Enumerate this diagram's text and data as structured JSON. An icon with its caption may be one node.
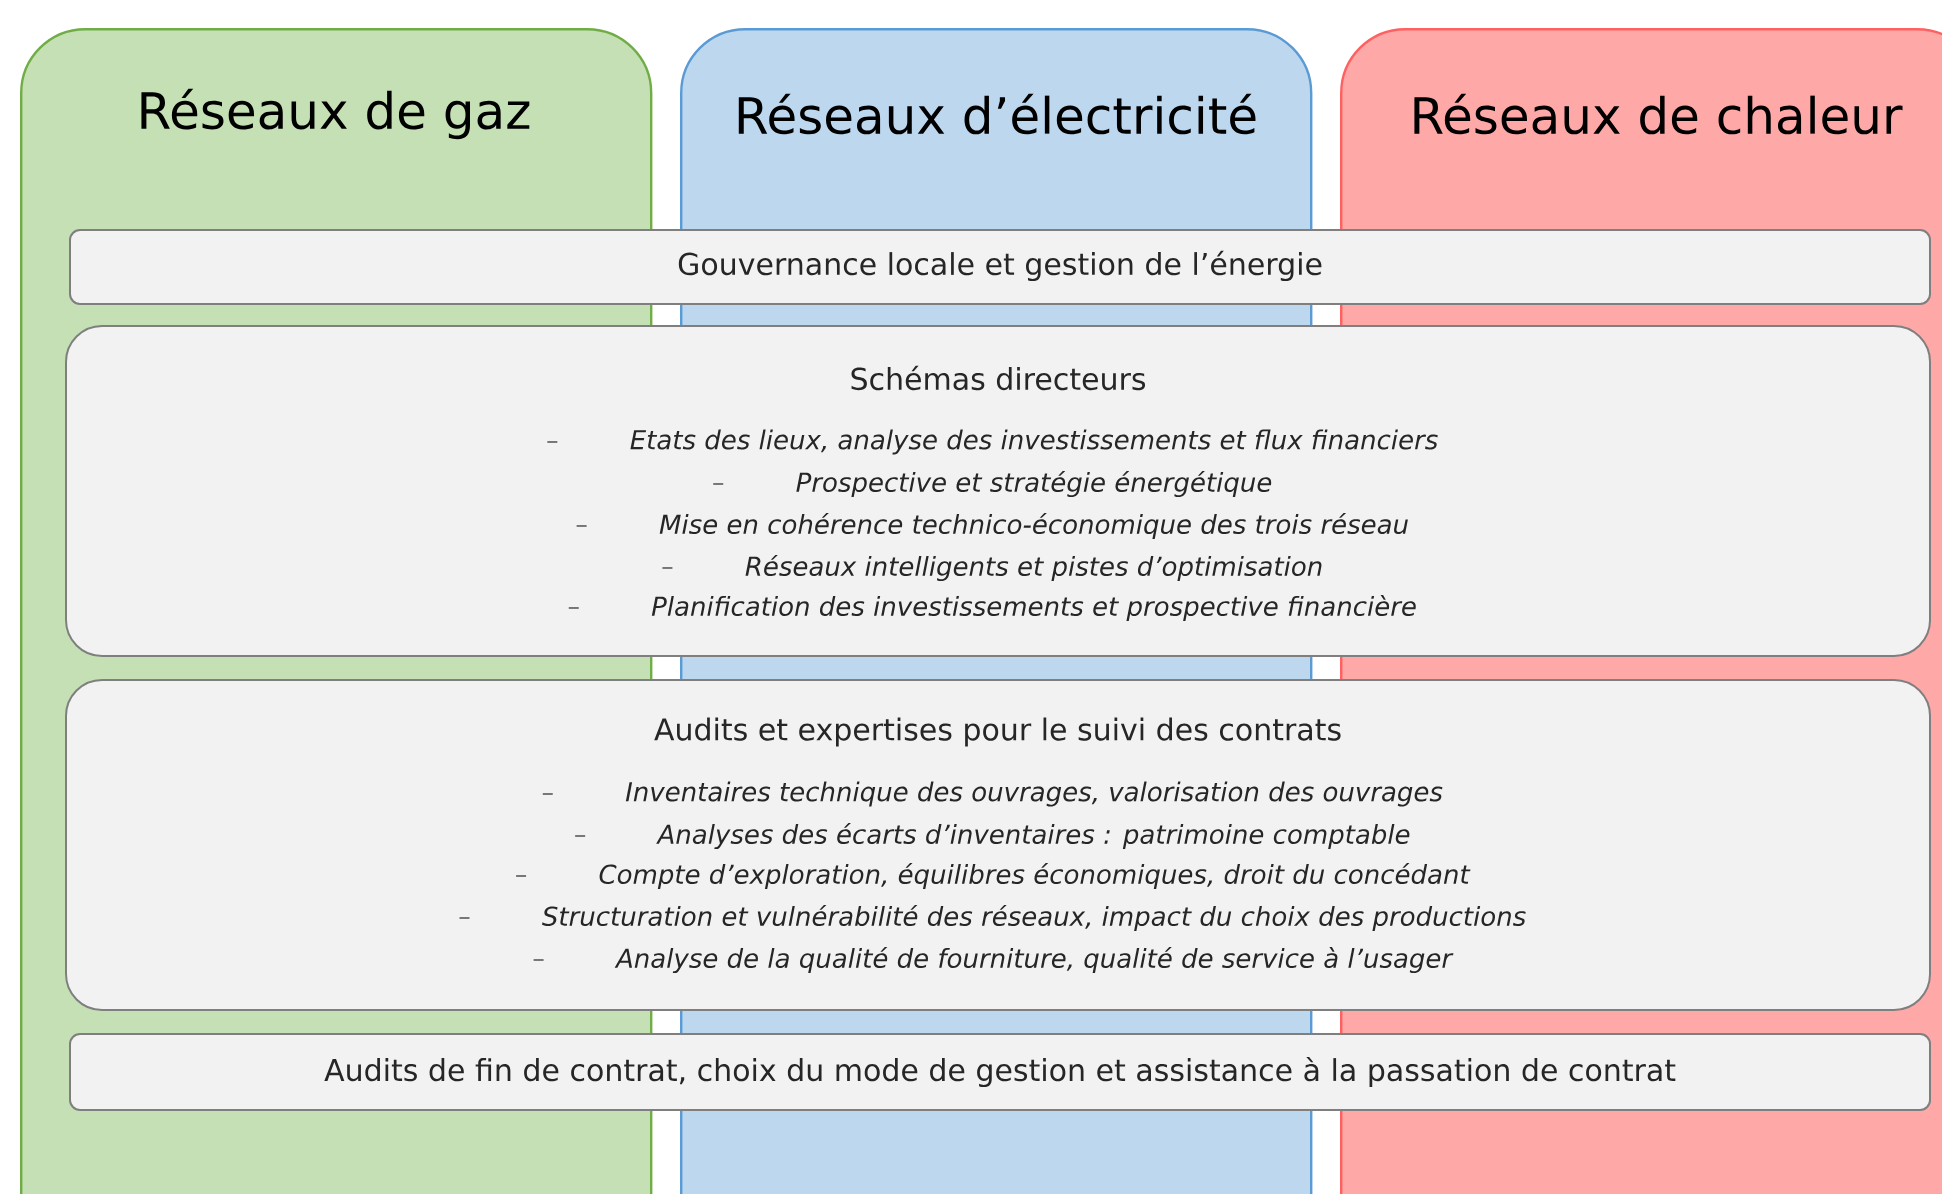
{
  "diagram": {
    "nodes": [
      {
        "text": [
          "Réseaux de gaz"
        ]
      },
      {
        "text": [
          "Réseaux d’électricité"
        ]
      },
      {
        "text": [
          "Réseaux de chaleur"
        ]
      },
      {
        "text": [
          "Gouvernance locale et gestion de l’énergie"
        ]
      },
      {
        "text": [
          "Schémas directeurs",
          "Etats des lieux, analyse des investissements et flux financiers",
          "Prospective et stratégie énergétique",
          "Mise en cohérence technico-économique des trois réseau",
          "Réseaux intelligents et pistes d’optimisation",
          "Planification des investissements et prospective financière"
        ]
      },
      {
        "text": [
          "Audits et expertises pour le suivi des contrats",
          "Inventaires technique des ouvrages, valorisation des ouvrages",
          "Analyses des écarts d’inventaires : patrimoine comptable",
          "Compte d’exploration, équilibres économiques, droit du concédant",
          "Structuration et vulnérabilité des réseaux, impact du choix des productions",
          "Analyse de la qualité de fourniture, qualité de service à l’usager"
        ]
      },
      {
        "text": [
          "Audits de fin de contrat, choix du mode de gestion et assistance à la passation de contrat"
        ]
      }
    ],
    "edges": []
  }
}
